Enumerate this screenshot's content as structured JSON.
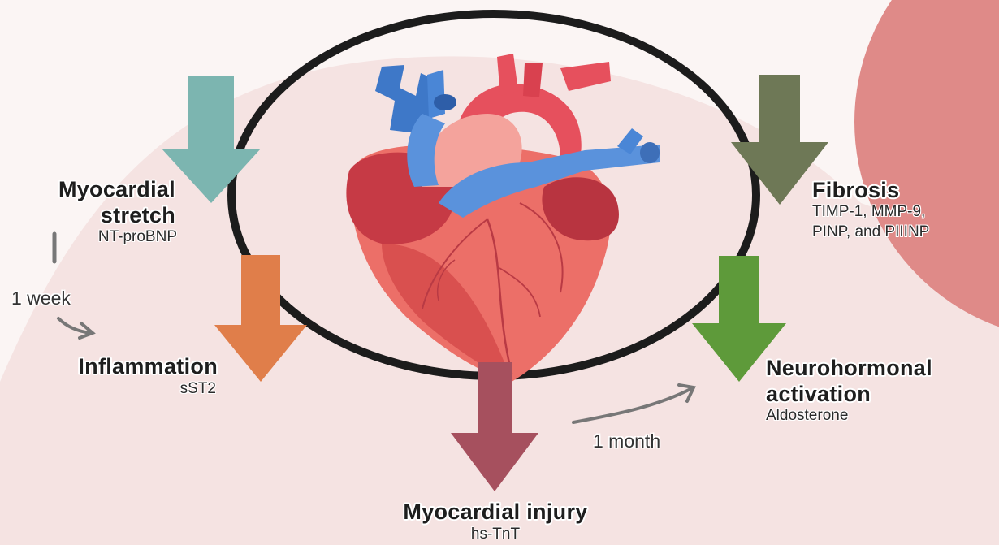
{
  "colors": {
    "background": "#fbf5f4",
    "background_blob": "#f5e3e2",
    "accent_circle": "#df8a88",
    "cycle_ring": "#1c1c1c",
    "stretch_arrow": "#7cb5b0",
    "inflammation_arrow": "#e07e4a",
    "injury_arrow": "#a6505e",
    "fibrosis_arrow": "#6e7856",
    "neurohormonal_arrow": "#5e9a3a",
    "timeline_arrow": "#777777"
  },
  "icons": {
    "heart": "anatomical-heart-icon",
    "timeline_down": "curved-arrow-down-icon",
    "timeline_up": "curved-arrow-up-icon"
  },
  "stages": {
    "stretch": {
      "title_line1": "Myocardial",
      "title_line2": "stretch",
      "marker": "NT-proBNP"
    },
    "inflammation": {
      "title": "Inflammation",
      "marker": "sST2"
    },
    "injury": {
      "title": "Myocardial injury",
      "marker": "hs-TnT"
    },
    "fibrosis": {
      "title": "Fibrosis",
      "marker_line1": "TIMP-1, MMP-9,",
      "marker_line2": "PINP, and PIIINP"
    },
    "neurohormonal": {
      "title_line1": "Neurohormonal",
      "title_line2": "activation",
      "marker": "Aldosterone"
    }
  },
  "timeline": {
    "early": "1 week",
    "late": "1 month"
  }
}
